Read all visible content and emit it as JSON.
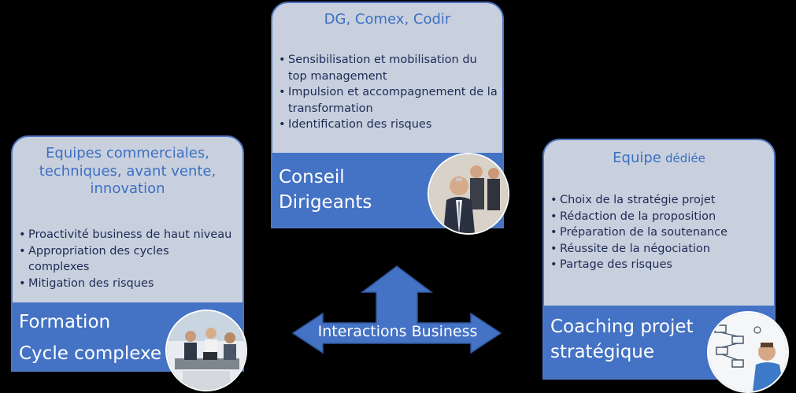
{
  "cards": {
    "left": {
      "title_lines": [
        "Equipes commerciales,",
        "techniques, avant vente,",
        "innovation"
      ],
      "bullets": [
        "Proactivité business de haut niveau",
        "Appropriation des cycles complexes",
        "Mitigation des risques"
      ],
      "footer_lines": [
        "Formation",
        "Cycle complexe"
      ]
    },
    "center": {
      "title": "DG, Comex, Codir",
      "bullets": [
        "Sensibilisation et mobilisation du top management",
        "Impulsion et accompagnement de la  transformation",
        "Identification des risques"
      ],
      "footer_lines": [
        "Conseil",
        "Dirigeants"
      ]
    },
    "right": {
      "title_a": "Equipe",
      "title_b": "dédiée",
      "bullets": [
        "Choix de la stratégie projet",
        "Rédaction de la proposition",
        "Préparation de la soutenance",
        "Réussite de la négociation",
        "Partage des risques"
      ],
      "footer_lines": [
        "Coaching projet",
        "stratégique"
      ]
    }
  },
  "interactions_label": "Interactions Business",
  "colors": {
    "accent": "#4472c4",
    "card_bg": "#c8d0de",
    "title": "#3d6fc2",
    "text": "#1d2a55"
  }
}
